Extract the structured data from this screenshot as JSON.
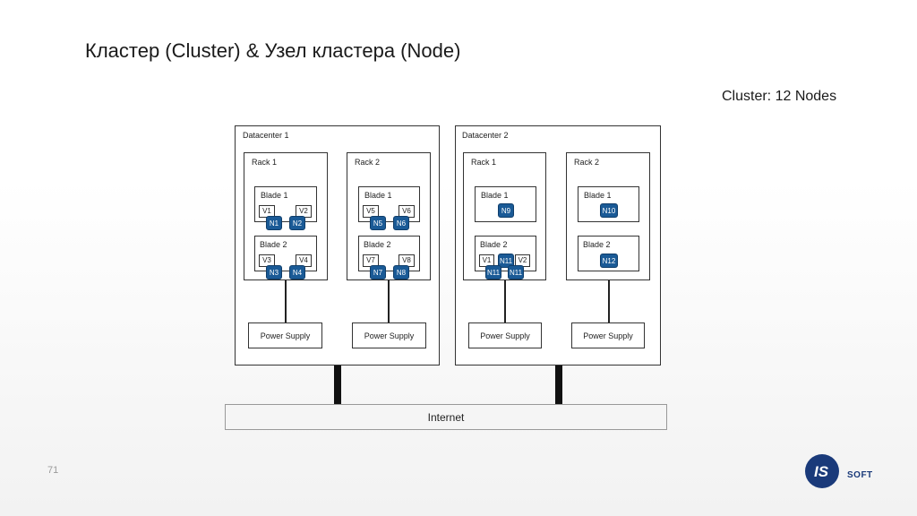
{
  "title": "Кластер (Cluster) & Узел кластера (Node)",
  "subtitle": "Cluster: 12 Nodes",
  "page_number": "71",
  "internet_label": "Internet",
  "logo": {
    "mark_text": "IS",
    "word": "SOFT",
    "color": "#1a3a7a"
  },
  "colors": {
    "node": "#1a5a96"
  },
  "power_supply_label": "Power Supply",
  "datacenters": [
    {
      "label": "Datacenter 1",
      "racks": [
        {
          "label": "Rack 1",
          "blades": [
            {
              "label": "Blade 1",
              "vms": [
                "V1",
                "V2"
              ],
              "nodes": [
                "N1",
                "N2"
              ]
            },
            {
              "label": "Blade 2",
              "vms": [
                "V3",
                "V4"
              ],
              "nodes": [
                "N3",
                "N4"
              ]
            }
          ]
        },
        {
          "label": "Rack 2",
          "blades": [
            {
              "label": "Blade 1",
              "vms": [
                "V5",
                "V6"
              ],
              "nodes": [
                "N5",
                "N6"
              ]
            },
            {
              "label": "Blade 2",
              "vms": [
                "V7",
                "V8"
              ],
              "nodes": [
                "N7",
                "N8"
              ]
            }
          ]
        }
      ]
    },
    {
      "label": "Datacenter 2",
      "racks": [
        {
          "label": "Rack 1",
          "blades": [
            {
              "label": "Blade 1",
              "vms": [],
              "nodes": [
                "N9"
              ]
            },
            {
              "label": "Blade 2",
              "vms": [
                "V1",
                "N11",
                "V2"
              ],
              "nodes": [
                "N11",
                "N11"
              ]
            }
          ]
        },
        {
          "label": "Rack 2",
          "blades": [
            {
              "label": "Blade 1",
              "vms": [],
              "nodes": [
                "N10"
              ]
            },
            {
              "label": "Blade 2",
              "vms": [],
              "nodes": [
                "N12"
              ]
            }
          ]
        }
      ]
    }
  ]
}
